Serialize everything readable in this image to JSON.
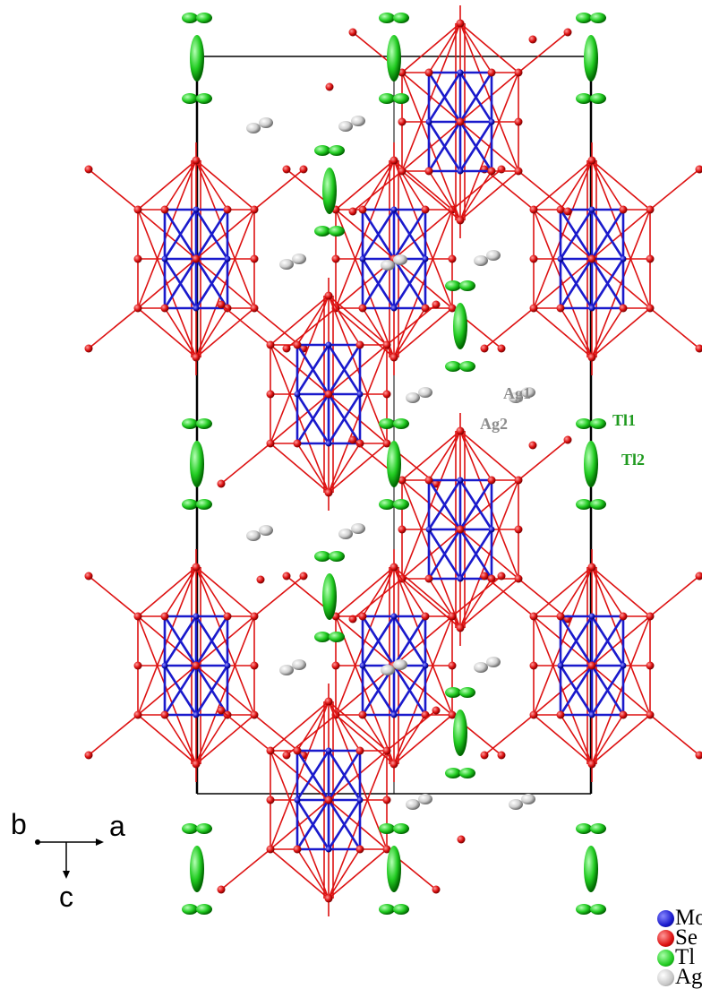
{
  "labels": {
    "ag1": "Ag1",
    "ag2": "Ag2",
    "tl1": "Tl1",
    "tl2": "Tl2"
  },
  "axes": {
    "b": "b",
    "a": "a",
    "c": "c"
  },
  "legend": [
    {
      "symbol": "Mo",
      "color": "#1a1acc",
      "icon": "blue-sphere-icon"
    },
    {
      "symbol": "Se",
      "color": "#dd1111",
      "icon": "red-sphere-icon"
    },
    {
      "symbol": "Tl",
      "color": "#22cc22",
      "icon": "green-sphere-icon"
    },
    {
      "symbol": "Ag",
      "color": "#c8c8c8",
      "icon": "grey-sphere-icon"
    }
  ],
  "colors": {
    "mo_bond": "#1a1acc",
    "se_bond": "#dd1111",
    "tl": "#22cc22",
    "ag": "#c8c8c8",
    "cell": "#000000"
  }
}
